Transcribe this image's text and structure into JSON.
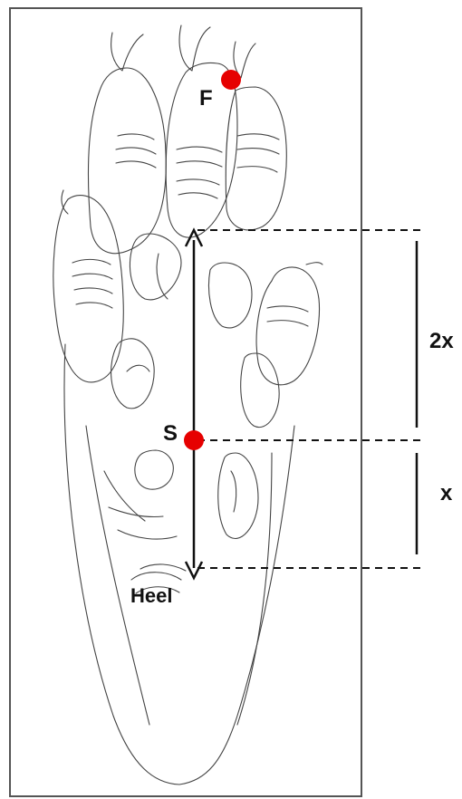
{
  "labels": {
    "front_point": "F",
    "stance_point": "S",
    "heel": "Heel",
    "upper_distance": "2x",
    "lower_distance": "x"
  },
  "colors": {
    "marker": "#e60000",
    "line": "#111111",
    "outline": "#555555",
    "background": "#ffffff"
  }
}
